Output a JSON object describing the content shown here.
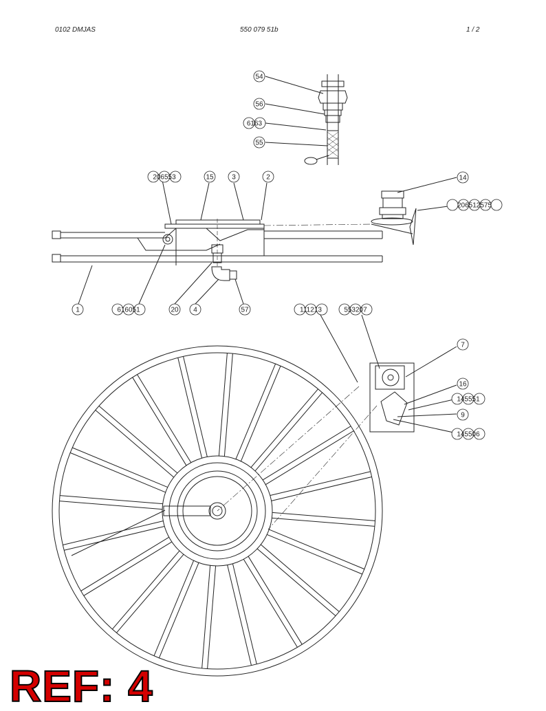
{
  "header": {
    "left": "0102 DMJAS",
    "center": "550 079 51b",
    "right": "1 /  2"
  },
  "ref_label": "REF: 4",
  "callouts": {
    "hose": [
      "54",
      "56",
      "6163",
      "55"
    ],
    "reel_top": [
      "206553",
      "15",
      "3",
      "2",
      "14",
      "206512575"
    ],
    "reel_bottom": [
      "1",
      "616051",
      "20",
      "4",
      "57",
      "111213",
      "553207"
    ],
    "wheel": [
      "7",
      "16",
      "145551",
      "9",
      "145506"
    ]
  }
}
